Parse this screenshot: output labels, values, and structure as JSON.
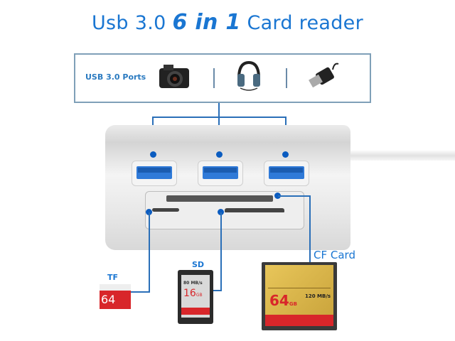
{
  "title": {
    "prefix": "Usb 3.0",
    "highlight": "6 in 1",
    "suffix": "Card reader"
  },
  "ports_panel": {
    "label": "USB 3.0 Ports",
    "icons": [
      "camera-icon",
      "headphones-icon",
      "usb-plug-icon"
    ]
  },
  "device": {
    "usb_ports": 3,
    "card_slots": [
      "TF",
      "SD",
      "CF Card"
    ]
  },
  "cards": {
    "tf": {
      "label": "TF",
      "capacity": "64"
    },
    "sd": {
      "label": "SD",
      "speed": "80 MB/s",
      "capacity": "16",
      "unit": "GB"
    },
    "cf": {
      "label": "CF Card",
      "capacity": "64",
      "unit": "GB",
      "speed": "120 MB/s"
    }
  },
  "colors": {
    "accent": "#1a76d2",
    "connector": "#2a6fb8",
    "usb_blue": "#2f7ad8"
  }
}
